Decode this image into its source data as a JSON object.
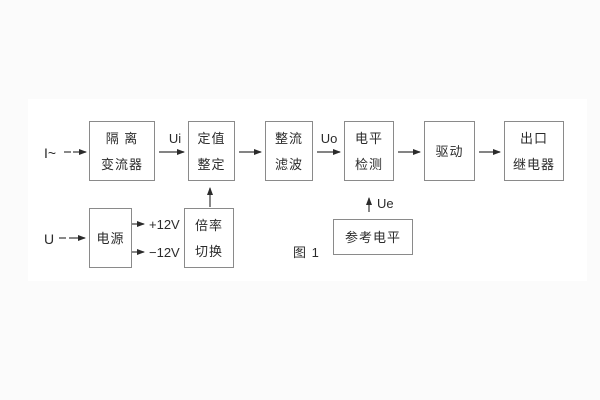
{
  "figure": {
    "caption": "图 1",
    "inputs": {
      "current": "I~",
      "voltage": "U"
    },
    "signals": {
      "ui": "Ui",
      "uo": "Uo",
      "ue": "Ue",
      "pos12v": "+12V",
      "neg12v": "−12V"
    },
    "blocks": {
      "isolation": {
        "line1": "隔 离",
        "line2": "变流器"
      },
      "setting": {
        "line1": "定值",
        "line2": "整定"
      },
      "rectifier": {
        "line1": "整流",
        "line2": "滤波"
      },
      "level": {
        "line1": "电平",
        "line2": "检测"
      },
      "drive": {
        "label": "驱动"
      },
      "outrelay": {
        "line1": "出口",
        "line2": "继电器"
      },
      "power": {
        "label": "电源"
      },
      "ratio": {
        "line1": "倍率",
        "line2": "切换"
      },
      "reference": {
        "label": "参考电平"
      }
    },
    "colors": {
      "background": "#fbfbfb",
      "panel": "#ffffff",
      "box_border": "#8a8a8a",
      "line": "#3a3a3a",
      "text": "#2b2b2b"
    }
  }
}
